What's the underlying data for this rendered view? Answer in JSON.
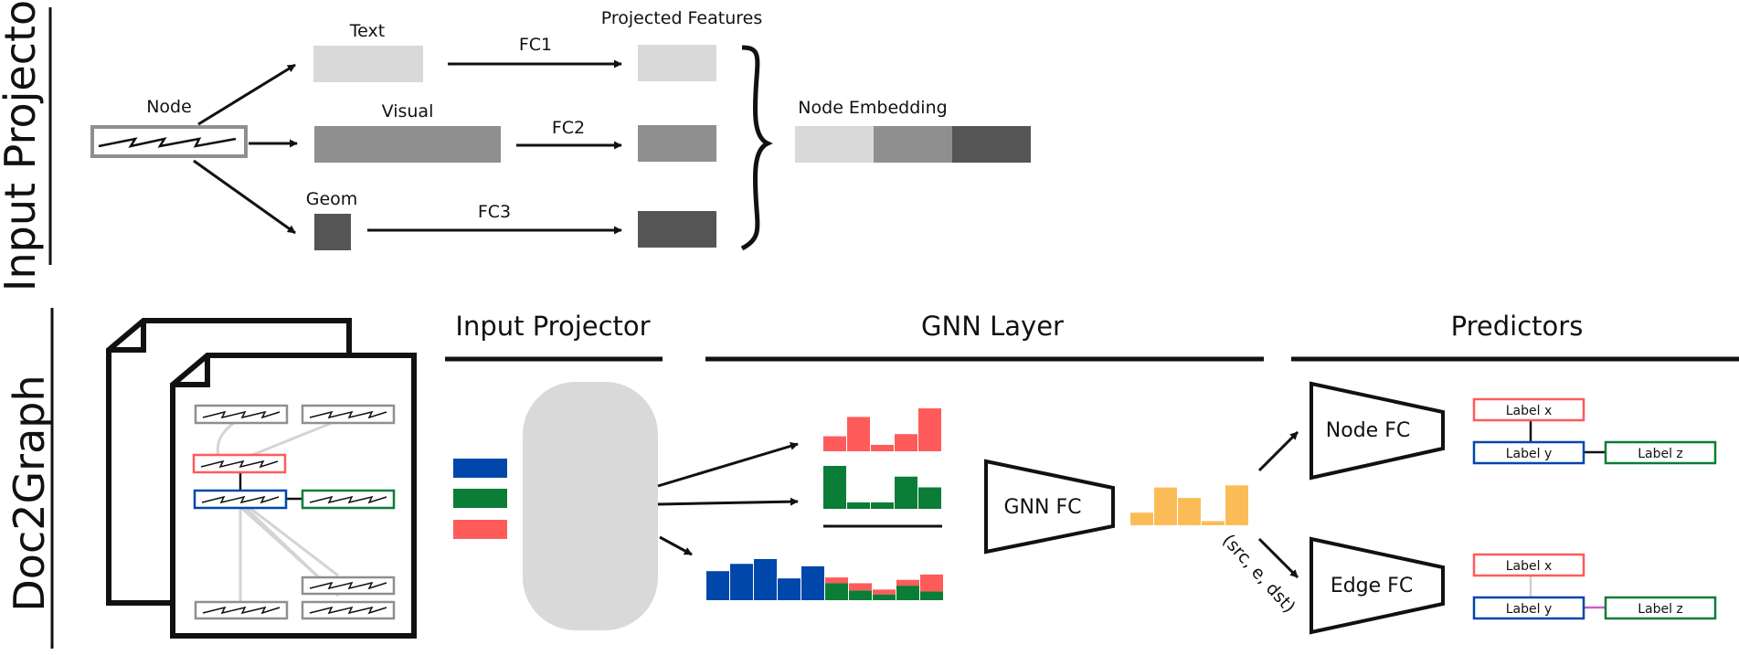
{
  "colors": {
    "light": "#d9d9d9",
    "mid": "#8f8f8f",
    "dark": "#555555",
    "blue": "#0047ab",
    "green": "#0a7d36",
    "red": "#ff5b5b",
    "orange": "#fbbc58",
    "pill": "#d9d9d9",
    "edge_pink": "#d05ad0"
  },
  "input_projector_panel": {
    "side_title": "Input Projector",
    "node_label": "Node",
    "text_label": "Text",
    "visual_label": "Visual",
    "geom_label": "Geom",
    "fc1_label": "FC1",
    "fc2_label": "FC2",
    "fc3_label": "FC3",
    "projected_label": "Projected Features",
    "embedding_label": "Node Embedding"
  },
  "doc2graph_panel": {
    "side_title": "Doc2Graph",
    "section_input": "Input Projector",
    "section_gnn": "GNN Layer",
    "section_pred": "Predictors",
    "gnn_fc_label": "GNN FC",
    "node_fc_label": "Node FC",
    "edge_fc_label": "Edge FC",
    "edge_tuple_label": "(src, e, dst)",
    "node_pred_labels": [
      "Label x",
      "Label y",
      "Label z"
    ],
    "edge_pred_labels": [
      "Label x",
      "Label y",
      "Label z"
    ]
  },
  "bars": {
    "red_hist": [
      0.35,
      0.8,
      0.15,
      0.4,
      1.0
    ],
    "green_hist": [
      1.0,
      0.15,
      0.15,
      0.75,
      0.5
    ],
    "blue_hist": [
      0.6,
      0.75,
      0.85,
      0.45,
      0.7
    ],
    "stacked_hist": {
      "green": [
        0.35,
        0.2,
        0.12,
        0.3,
        0.18
      ],
      "red": [
        0.12,
        0.15,
        0.1,
        0.12,
        0.35
      ]
    },
    "orange_hist": [
      0.3,
      0.9,
      0.65,
      0.1,
      0.95
    ]
  }
}
